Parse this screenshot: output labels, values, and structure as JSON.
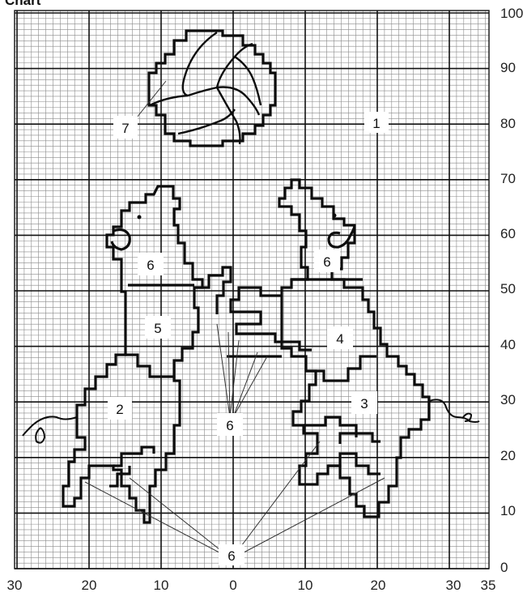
{
  "title": "Chart",
  "colors": {
    "grid_fine": "#8a8a8a",
    "grid_major": "#111111",
    "outline": "#0d0d0d",
    "label_bg": "#ffffff"
  },
  "axes": {
    "x_ticks": [
      "30",
      "20",
      "10",
      "0",
      "10",
      "20",
      "30",
      "35"
    ],
    "y_ticks": [
      "0",
      "10",
      "20",
      "30",
      "40",
      "50",
      "60",
      "70",
      "80",
      "90",
      "100"
    ]
  },
  "area_labels": [
    {
      "id": "1",
      "text": "1"
    },
    {
      "id": "2",
      "text": "2"
    },
    {
      "id": "3",
      "text": "3"
    },
    {
      "id": "4",
      "text": "4"
    },
    {
      "id": "5",
      "text": "5"
    },
    {
      "id": "6a",
      "text": "6"
    },
    {
      "id": "6b",
      "text": "6"
    },
    {
      "id": "6c",
      "text": "6"
    },
    {
      "id": "6d",
      "text": "6"
    },
    {
      "id": "7",
      "text": "7"
    }
  ],
  "figures": [
    "ball",
    "left-bear",
    "right-bear"
  ]
}
